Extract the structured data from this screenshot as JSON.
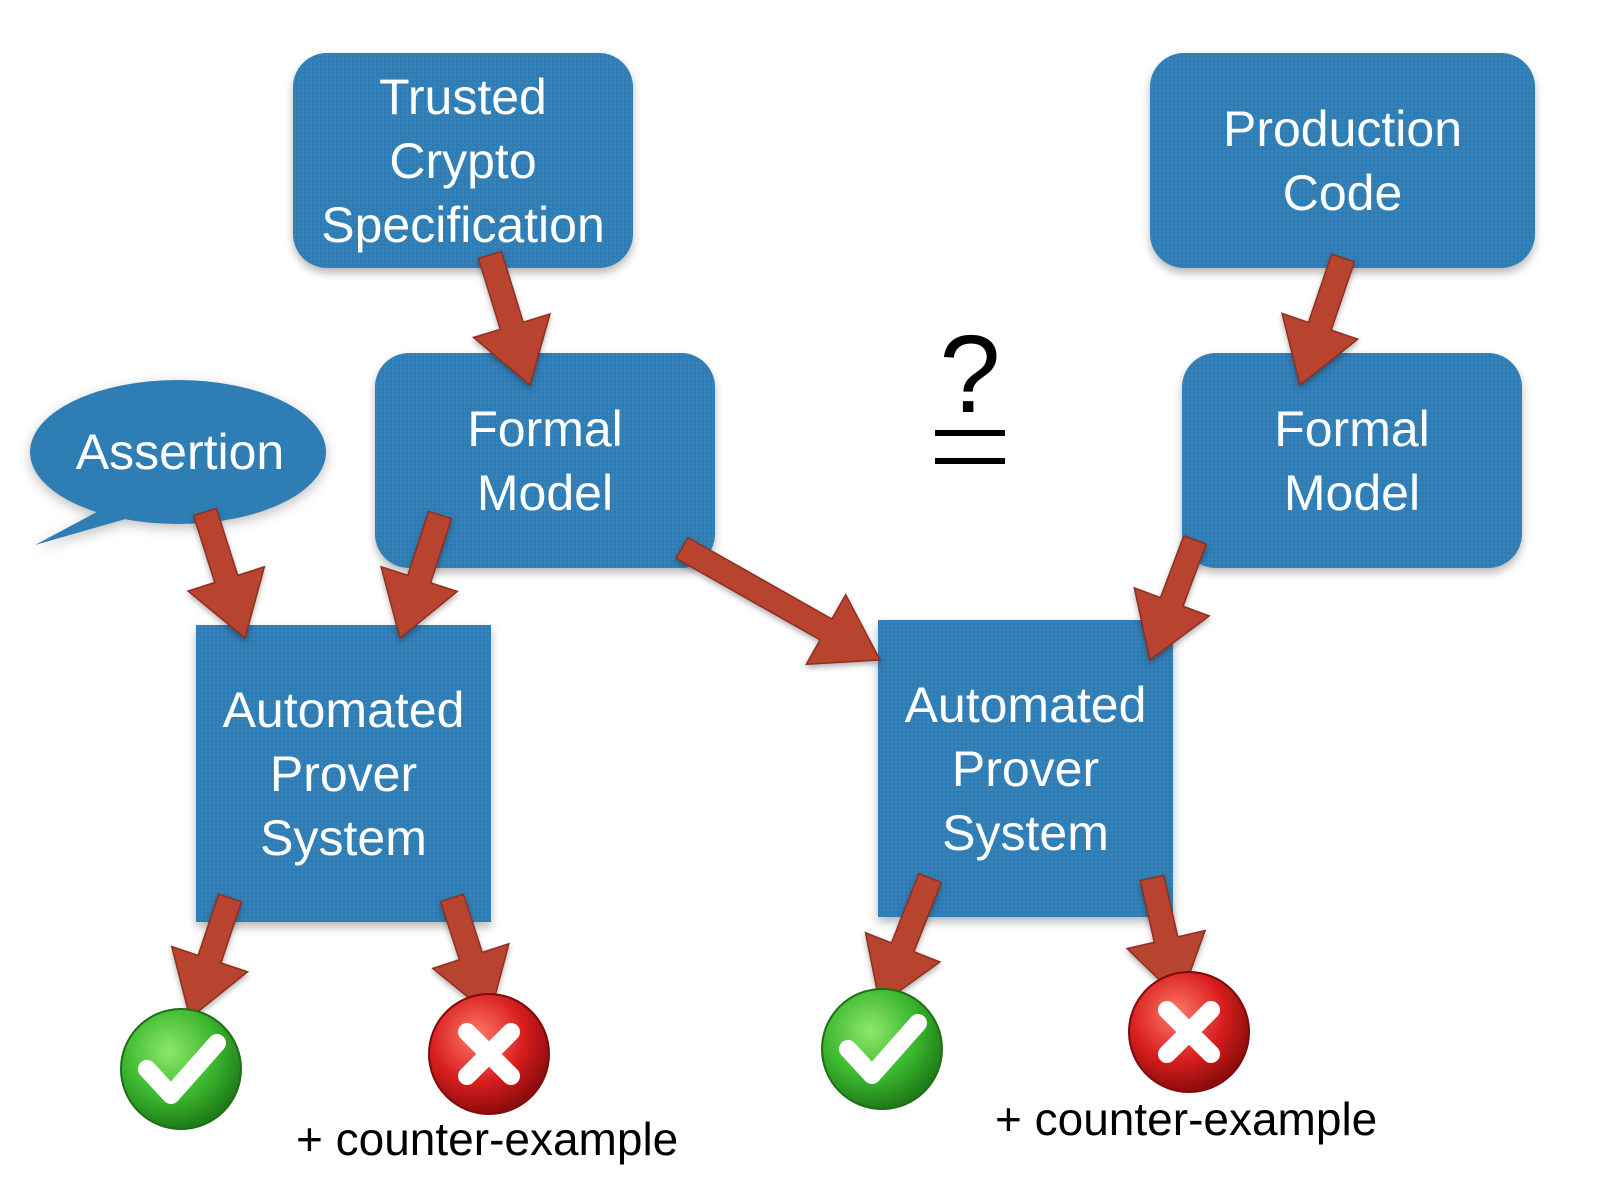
{
  "nodes": {
    "trusted_spec": {
      "lines": [
        "Trusted",
        "Crypto",
        "Specification"
      ]
    },
    "production_code": {
      "lines": [
        "Production",
        "Code"
      ]
    },
    "formal_model_left": {
      "lines": [
        "Formal",
        "Model"
      ]
    },
    "formal_model_right": {
      "lines": [
        "Formal",
        "Model"
      ]
    },
    "prover_left": {
      "lines": [
        "Automated",
        "Prover",
        "System"
      ]
    },
    "prover_right": {
      "lines": [
        "Automated",
        "Prover",
        "System"
      ]
    }
  },
  "assertion": {
    "label": "Assertion"
  },
  "equivalence": {
    "question_mark": "?",
    "symbol": "="
  },
  "results": {
    "left_counter": "+ counter-example",
    "right_counter": "+ counter-example"
  },
  "colors": {
    "box": "#2f7db5",
    "arrow": "#b8432f",
    "success": "#3bb72f",
    "failure": "#d81e1e"
  },
  "icons": {
    "success": "check-icon",
    "failure": "x-icon"
  }
}
